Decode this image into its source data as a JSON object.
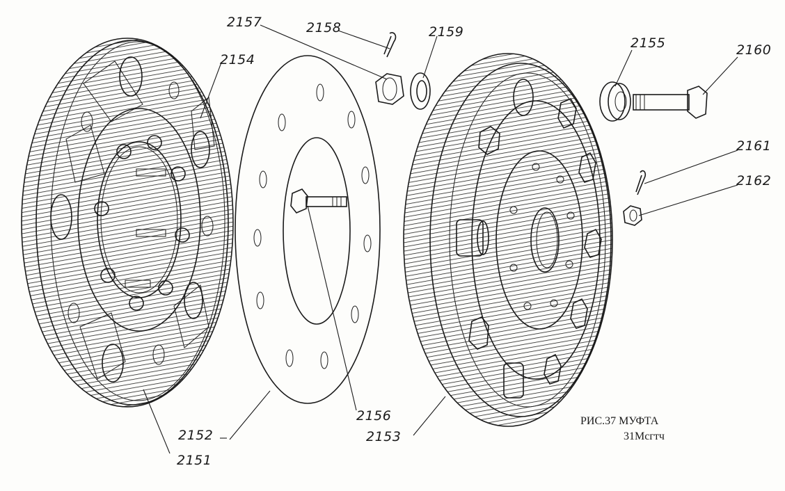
{
  "figure": {
    "caption_line1": "РИС.37  МУФТА",
    "caption_line2": "31Мсгтч"
  },
  "callouts": [
    {
      "id": "2151"
    },
    {
      "id": "2152"
    },
    {
      "id": "2153"
    },
    {
      "id": "2154"
    },
    {
      "id": "2155"
    },
    {
      "id": "2156"
    },
    {
      "id": "2157"
    },
    {
      "id": "2158"
    },
    {
      "id": "2159"
    },
    {
      "id": "2160"
    },
    {
      "id": "2161"
    },
    {
      "id": "2162"
    }
  ]
}
